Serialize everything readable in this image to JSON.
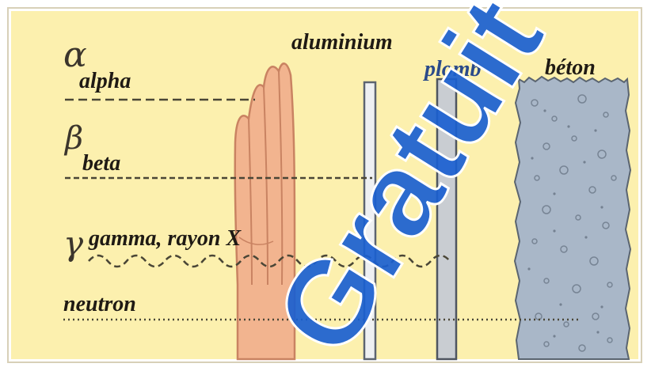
{
  "particles": {
    "alpha_symbol": "α",
    "alpha_label": "alpha",
    "beta_symbol": "β",
    "beta_label": "beta",
    "gamma_symbol": "γ",
    "gamma_label": "gamma, rayon X",
    "neutron_label": "neutron"
  },
  "materials": {
    "aluminium": "aluminium",
    "plomb": "plomb",
    "beton": "béton"
  },
  "watermark": {
    "text": "Gratuit",
    "color": "#1a5fd0"
  },
  "colors": {
    "background": "#fbeda0",
    "hand": "#f2b48f",
    "aluminium": "#eef0f2",
    "plomb": "#c9cdd2",
    "beton": "#a9b7c8"
  }
}
